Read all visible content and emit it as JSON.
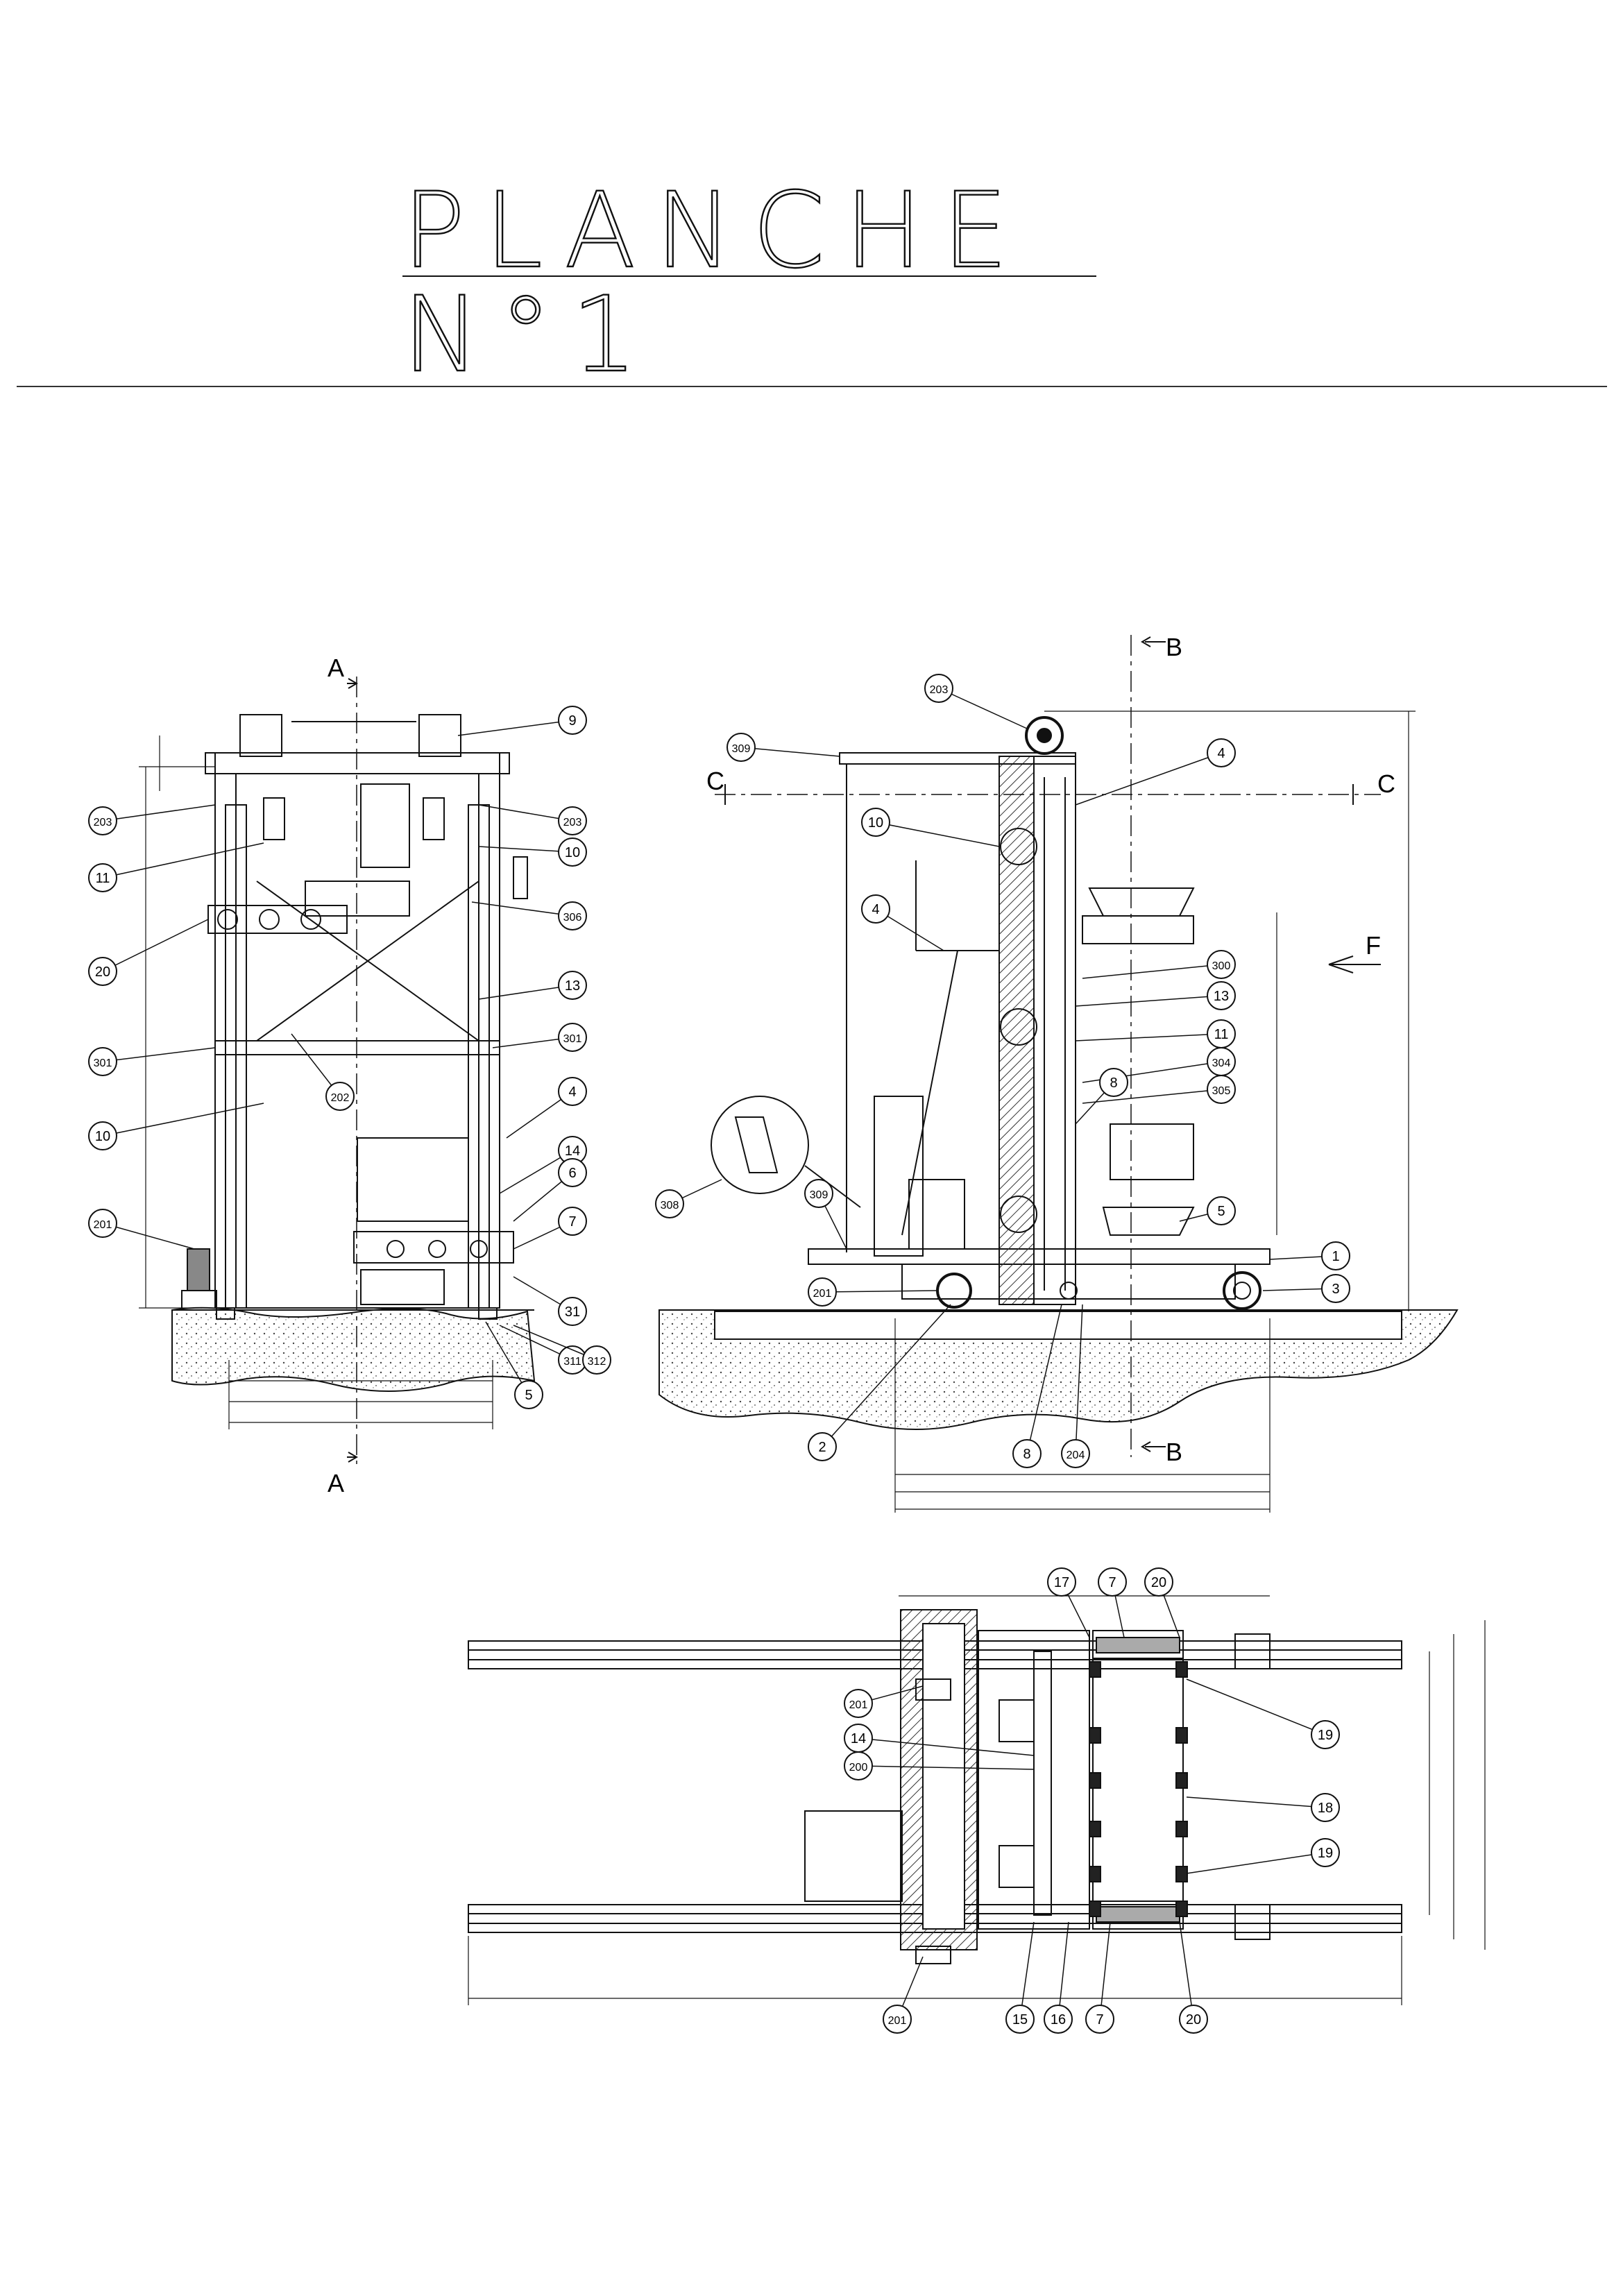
{
  "sheet": {
    "title": "PLANCHE N°1"
  },
  "view_front": {
    "section_label_top": "A",
    "section_label_bottom": "A",
    "callouts_left": [
      "203",
      "11",
      "20",
      "301",
      "10",
      "201"
    ],
    "callouts_right": [
      "9",
      "203",
      "10",
      "306",
      "13",
      "301",
      "4",
      "14",
      "6",
      "7",
      "31",
      "311",
      "312",
      "5"
    ],
    "callout_center": "202"
  },
  "view_side": {
    "section_b_top": "B",
    "section_b_bottom": "B",
    "section_c_left": "C",
    "section_c_right": "C",
    "section_f": "F",
    "callouts_top": [
      "203",
      "309",
      "4",
      "10",
      "4"
    ],
    "callouts_right": [
      "300",
      "13",
      "11",
      "304",
      "305",
      "8",
      "5",
      "1",
      "3"
    ],
    "callouts_left": [
      "308",
      "309",
      "201"
    ],
    "callouts_bottom": [
      "2",
      "8",
      "204"
    ]
  },
  "view_plan": {
    "callouts_top": [
      "17",
      "7",
      "20"
    ],
    "callouts_left": [
      "201",
      "14",
      "200"
    ],
    "callouts_right": [
      "19",
      "18",
      "19"
    ],
    "callouts_bottom": [
      "201",
      "15",
      "16",
      "7",
      "20"
    ]
  },
  "colors": {
    "line": "#111111",
    "hatch": "#555555"
  }
}
